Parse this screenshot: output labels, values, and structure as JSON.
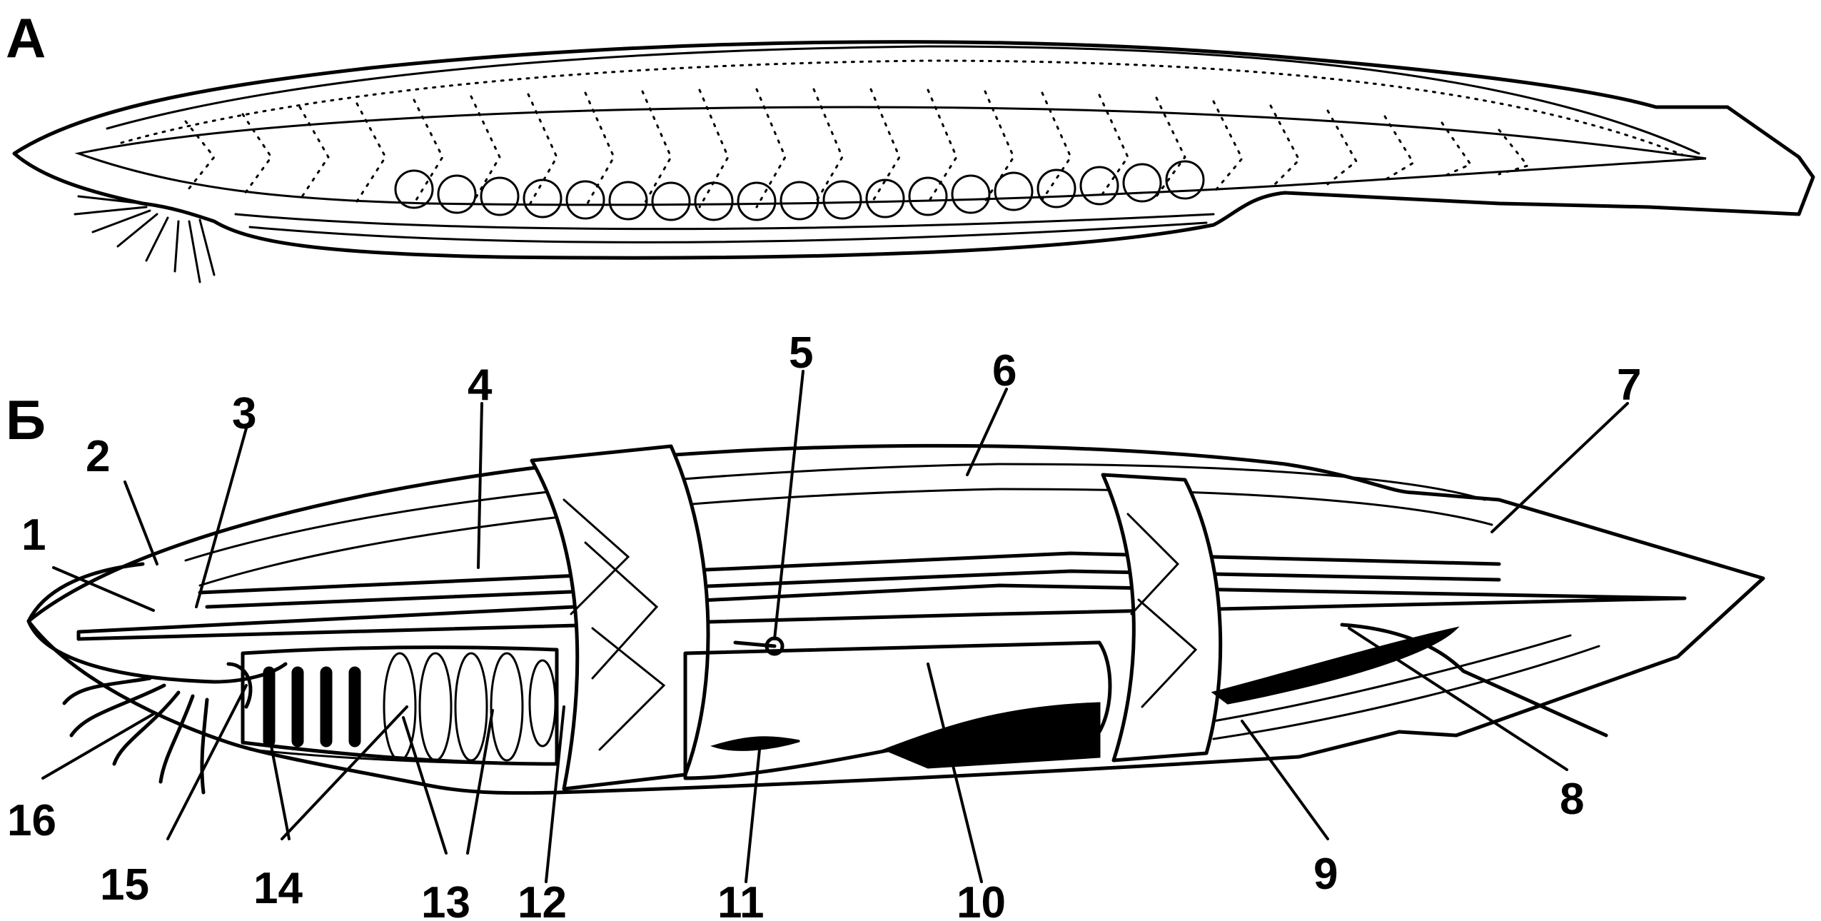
{
  "panels": {
    "a": "А",
    "b": "Б"
  },
  "labels": {
    "l1": "1",
    "l2": "2",
    "l3": "3",
    "l4": "4",
    "l5": "5",
    "l6": "6",
    "l7": "7",
    "l8": "8",
    "l9": "9",
    "l10": "10",
    "l11": "11",
    "l12": "12",
    "l13": "13",
    "l14": "14",
    "l15": "15",
    "l16": "16"
  }
}
